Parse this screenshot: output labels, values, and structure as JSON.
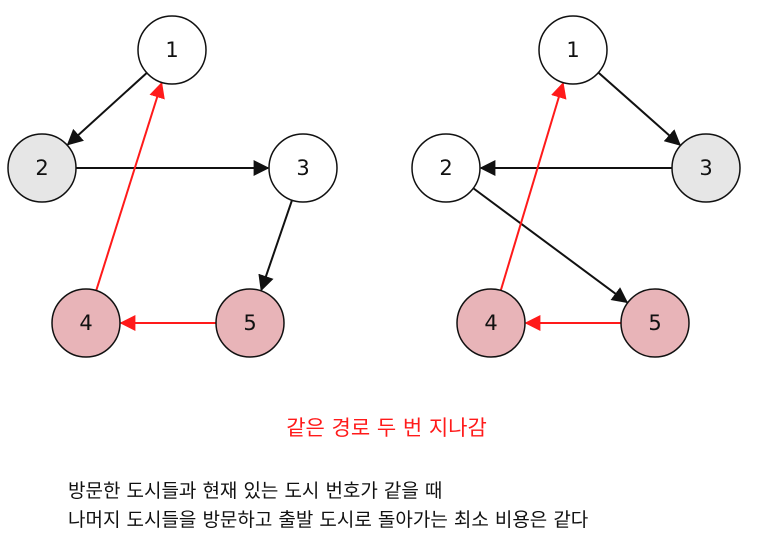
{
  "colors": {
    "node_default": "#ffffff",
    "node_start": "#e6e6e6",
    "node_visited": "#e8b4b8",
    "edge_black": "#111111",
    "edge_red": "#ff1a1a",
    "caption": "#ff1a1a"
  },
  "graphs": [
    {
      "nodes": [
        {
          "id": "1",
          "label": "1",
          "state": "default"
        },
        {
          "id": "2",
          "label": "2",
          "state": "start"
        },
        {
          "id": "3",
          "label": "3",
          "state": "default"
        },
        {
          "id": "4",
          "label": "4",
          "state": "visited"
        },
        {
          "id": "5",
          "label": "5",
          "state": "visited"
        }
      ],
      "edges": [
        {
          "from": "1",
          "to": "2",
          "color": "black"
        },
        {
          "from": "2",
          "to": "3",
          "color": "black"
        },
        {
          "from": "3",
          "to": "5",
          "color": "black"
        },
        {
          "from": "5",
          "to": "4",
          "color": "red"
        },
        {
          "from": "4",
          "to": "1",
          "color": "red"
        }
      ]
    },
    {
      "nodes": [
        {
          "id": "1",
          "label": "1",
          "state": "default"
        },
        {
          "id": "2",
          "label": "2",
          "state": "default"
        },
        {
          "id": "3",
          "label": "3",
          "state": "start"
        },
        {
          "id": "4",
          "label": "4",
          "state": "visited"
        },
        {
          "id": "5",
          "label": "5",
          "state": "visited"
        }
      ],
      "edges": [
        {
          "from": "1",
          "to": "3",
          "color": "black"
        },
        {
          "from": "3",
          "to": "2",
          "color": "black"
        },
        {
          "from": "2",
          "to": "5",
          "color": "black"
        },
        {
          "from": "5",
          "to": "4",
          "color": "red"
        },
        {
          "from": "4",
          "to": "1",
          "color": "red"
        }
      ]
    }
  ],
  "caption": "같은 경로 두 번 지나감",
  "description": {
    "line1": "방문한 도시들과 현재 있는 도시 번호가 같을 때",
    "line2": "나머지 도시들을 방문하고 출발 도시로 돌아가는 최소 비용은 같다"
  }
}
